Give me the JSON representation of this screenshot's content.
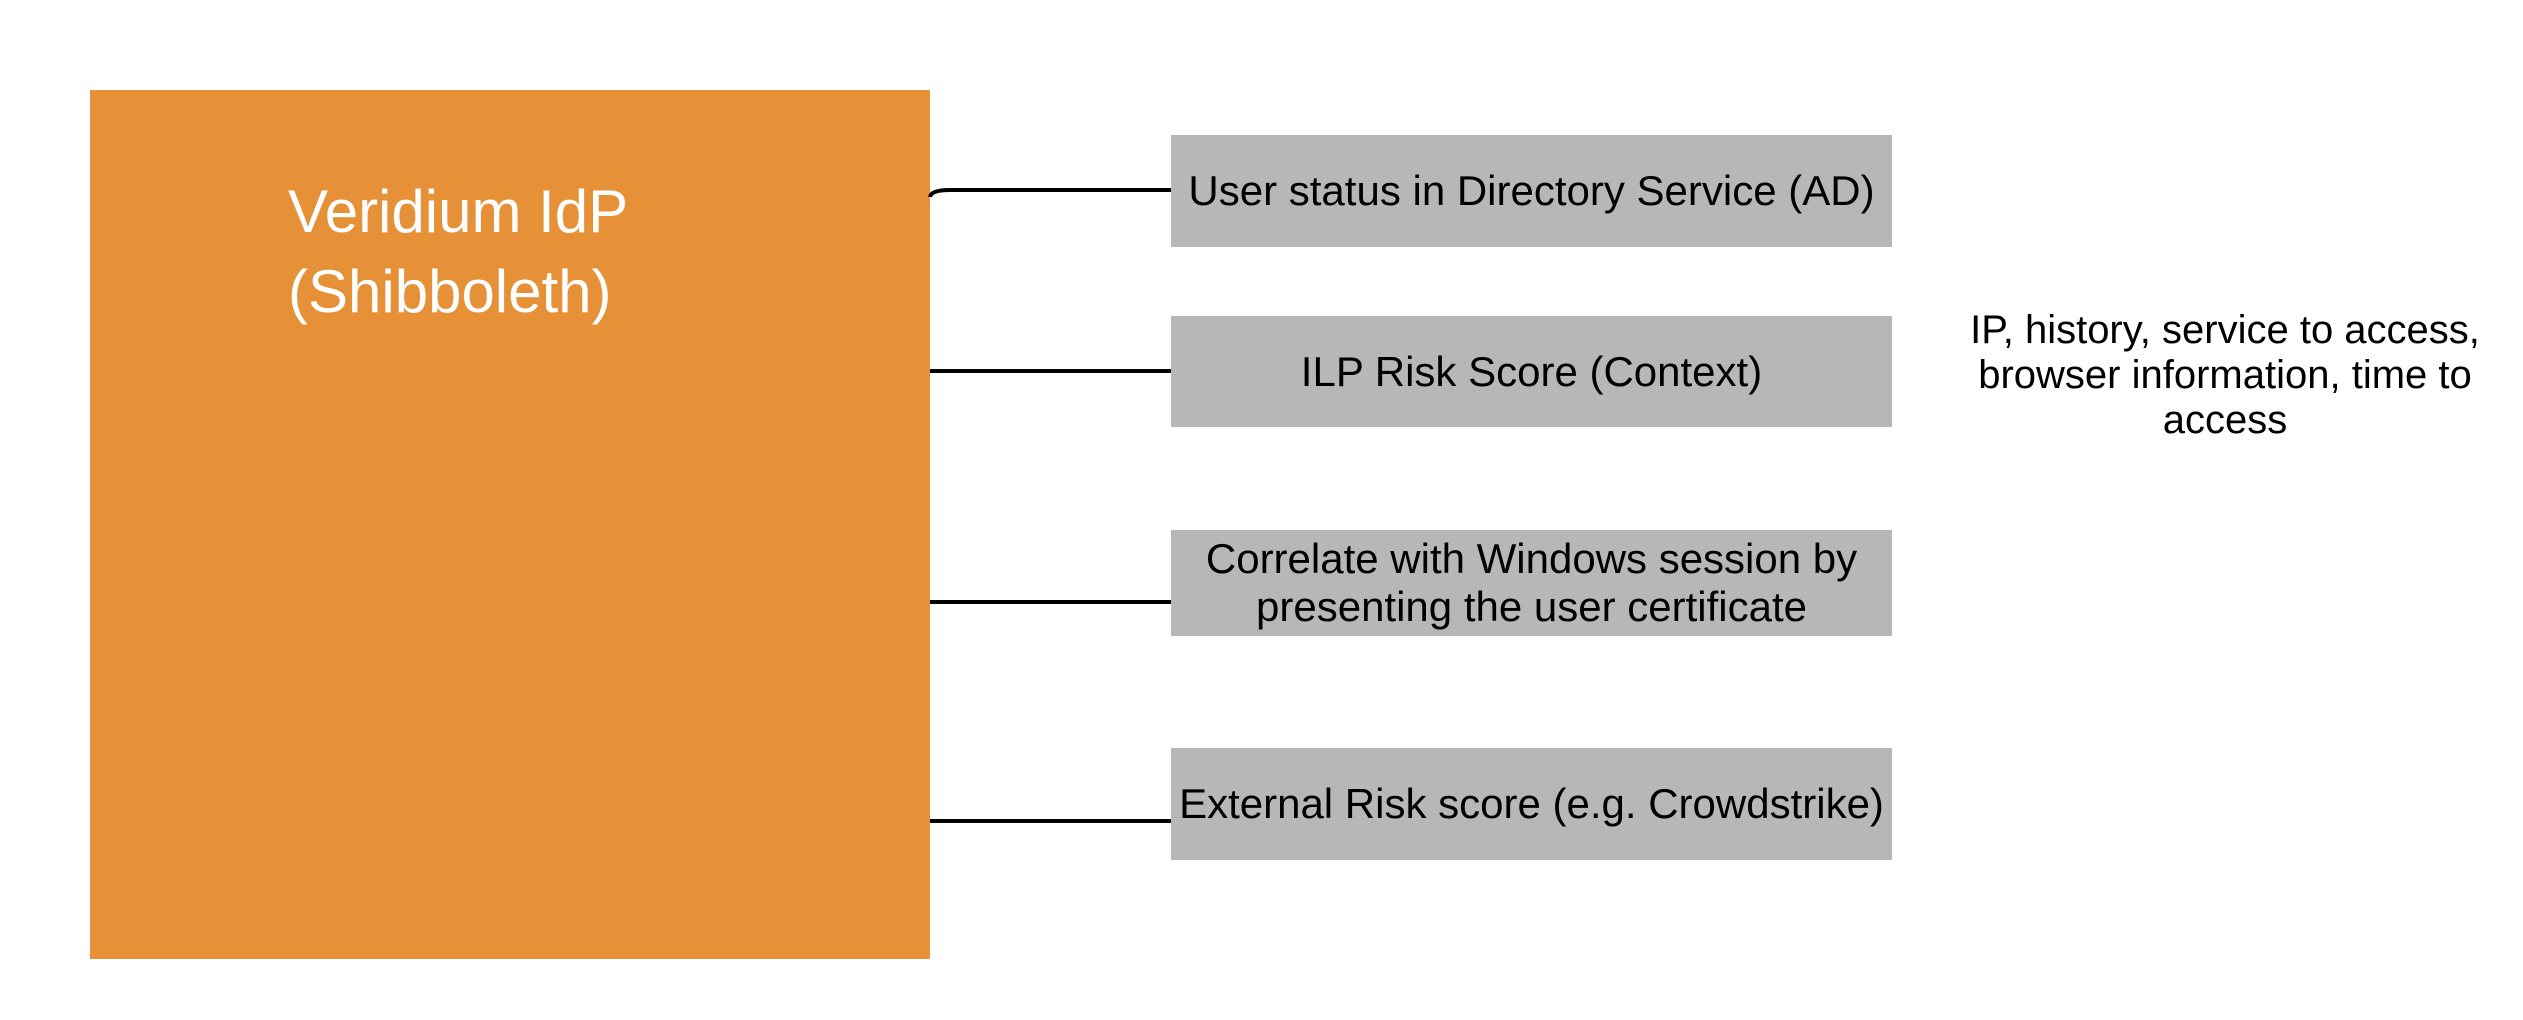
{
  "diagram": {
    "background_color": "#ffffff",
    "connector_color": "#000000"
  },
  "main_box": {
    "title_line1": "Veridium IdP",
    "title_line2": "(Shibboleth)",
    "fill_color": "#e69138",
    "text_color": "#ffffff"
  },
  "item_boxes": [
    {
      "label": "User status in Directory Service (AD)"
    },
    {
      "label": "ILP Risk Score (Context)"
    },
    {
      "label": "Correlate with Windows session by presenting the user certificate"
    },
    {
      "label": "External Risk score (e.g. Crowdstrike)"
    }
  ],
  "item_box_style": {
    "fill_color": "#b7b7b7",
    "text_color": "#000000"
  },
  "annotation": {
    "lines": [
      "IP, history, service to access,",
      "browser information, time to",
      "access"
    ],
    "text_color": "#000000"
  }
}
